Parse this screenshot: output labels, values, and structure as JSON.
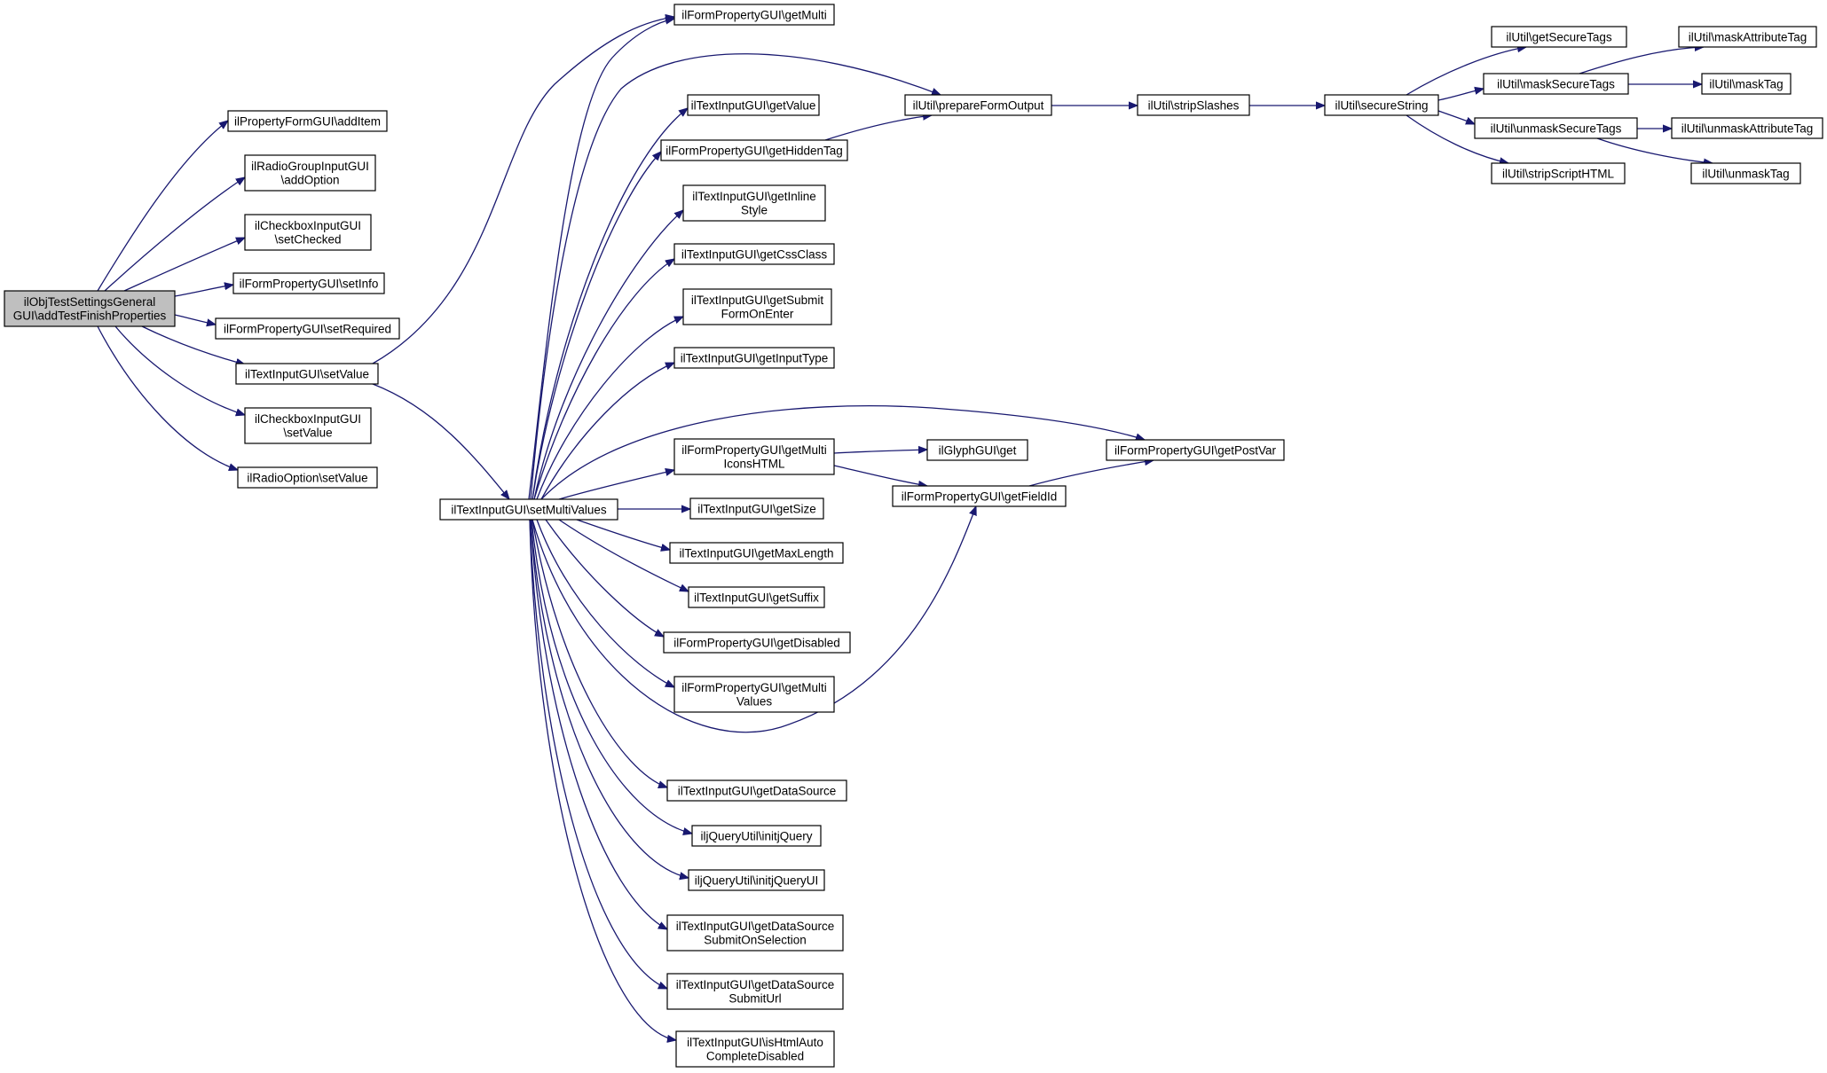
{
  "colors": {
    "edge": "#191970",
    "node_border": "#000000",
    "node_fill": "#ffffff",
    "root_fill": "#bfbfbf",
    "text": "#000000"
  },
  "nodes": [
    {
      "id": "root",
      "lines": [
        "ilObjTestSettingsGeneral",
        "GUI\\addTestFinishProperties"
      ],
      "highlight": true
    },
    {
      "id": "addItem",
      "lines": [
        "ilPropertyFormGUI\\addItem"
      ]
    },
    {
      "id": "addOption",
      "lines": [
        "ilRadioGroupInputGUI",
        "\\addOption"
      ]
    },
    {
      "id": "setChecked",
      "lines": [
        "ilCheckboxInputGUI",
        "\\setChecked"
      ]
    },
    {
      "id": "setInfo",
      "lines": [
        "ilFormPropertyGUI\\setInfo"
      ]
    },
    {
      "id": "setRequired",
      "lines": [
        "ilFormPropertyGUI\\setRequired"
      ]
    },
    {
      "id": "tiSetValue",
      "lines": [
        "ilTextInputGUI\\setValue"
      ]
    },
    {
      "id": "cbSetValue",
      "lines": [
        "ilCheckboxInputGUI",
        "\\setValue"
      ]
    },
    {
      "id": "roSetValue",
      "lines": [
        "ilRadioOption\\setValue"
      ]
    },
    {
      "id": "setMultiValues",
      "lines": [
        "ilTextInputGUI\\setMultiValues"
      ]
    },
    {
      "id": "getMulti",
      "lines": [
        "ilFormPropertyGUI\\getMulti"
      ]
    },
    {
      "id": "getValue",
      "lines": [
        "ilTextInputGUI\\getValue"
      ]
    },
    {
      "id": "getHiddenTag",
      "lines": [
        "ilFormPropertyGUI\\getHiddenTag"
      ]
    },
    {
      "id": "getInlineStyle",
      "lines": [
        "ilTextInputGUI\\getInline",
        "Style"
      ]
    },
    {
      "id": "getCssClass",
      "lines": [
        "ilTextInputGUI\\getCssClass"
      ]
    },
    {
      "id": "getSubmitFormOnEnter",
      "lines": [
        "ilTextInputGUI\\getSubmit",
        "FormOnEnter"
      ]
    },
    {
      "id": "getInputType",
      "lines": [
        "ilTextInputGUI\\getInputType"
      ]
    },
    {
      "id": "getMultiIconsHTML",
      "lines": [
        "ilFormPropertyGUI\\getMulti",
        "IconsHTML"
      ]
    },
    {
      "id": "getSize",
      "lines": [
        "ilTextInputGUI\\getSize"
      ]
    },
    {
      "id": "getMaxLength",
      "lines": [
        "ilTextInputGUI\\getMaxLength"
      ]
    },
    {
      "id": "getSuffix",
      "lines": [
        "ilTextInputGUI\\getSuffix"
      ]
    },
    {
      "id": "getDisabled",
      "lines": [
        "ilFormPropertyGUI\\getDisabled"
      ]
    },
    {
      "id": "getMultiValues",
      "lines": [
        "ilFormPropertyGUI\\getMulti",
        "Values"
      ]
    },
    {
      "id": "getDataSource",
      "lines": [
        "ilTextInputGUI\\getDataSource"
      ]
    },
    {
      "id": "initjQuery",
      "lines": [
        "iljQueryUtil\\initjQuery"
      ]
    },
    {
      "id": "initjQueryUI",
      "lines": [
        "iljQueryUtil\\initjQueryUI"
      ]
    },
    {
      "id": "getDataSourceSubmitOnSelection",
      "lines": [
        "ilTextInputGUI\\getDataSource",
        "SubmitOnSelection"
      ]
    },
    {
      "id": "getDataSourceSubmitUrl",
      "lines": [
        "ilTextInputGUI\\getDataSource",
        "SubmitUrl"
      ]
    },
    {
      "id": "isHtmlAutoCompleteDisabled",
      "lines": [
        "ilTextInputGUI\\isHtmlAuto",
        "CompleteDisabled"
      ]
    },
    {
      "id": "prepareFormOutput",
      "lines": [
        "ilUtil\\prepareFormOutput"
      ]
    },
    {
      "id": "glyphGet",
      "lines": [
        "ilGlyphGUI\\get"
      ]
    },
    {
      "id": "getFieldId",
      "lines": [
        "ilFormPropertyGUI\\getFieldId"
      ]
    },
    {
      "id": "getPostVar",
      "lines": [
        "ilFormPropertyGUI\\getPostVar"
      ]
    },
    {
      "id": "stripSlashes",
      "lines": [
        "ilUtil\\stripSlashes"
      ]
    },
    {
      "id": "secureString",
      "lines": [
        "ilUtil\\secureString"
      ]
    },
    {
      "id": "getSecureTags",
      "lines": [
        "ilUtil\\getSecureTags"
      ]
    },
    {
      "id": "maskSecureTags",
      "lines": [
        "ilUtil\\maskSecureTags"
      ]
    },
    {
      "id": "unmaskSecureTags",
      "lines": [
        "ilUtil\\unmaskSecureTags"
      ]
    },
    {
      "id": "stripScriptHTML",
      "lines": [
        "ilUtil\\stripScriptHTML"
      ]
    },
    {
      "id": "maskAttributeTag",
      "lines": [
        "ilUtil\\maskAttributeTag"
      ]
    },
    {
      "id": "maskTag",
      "lines": [
        "ilUtil\\maskTag"
      ]
    },
    {
      "id": "unmaskAttributeTag",
      "lines": [
        "ilUtil\\unmaskAttributeTag"
      ]
    },
    {
      "id": "unmaskTag",
      "lines": [
        "ilUtil\\unmaskTag"
      ]
    }
  ],
  "edges": [
    [
      "root",
      "addItem"
    ],
    [
      "root",
      "addOption"
    ],
    [
      "root",
      "setChecked"
    ],
    [
      "root",
      "setInfo"
    ],
    [
      "root",
      "setRequired"
    ],
    [
      "root",
      "tiSetValue"
    ],
    [
      "root",
      "cbSetValue"
    ],
    [
      "root",
      "roSetValue"
    ],
    [
      "tiSetValue",
      "getMulti"
    ],
    [
      "tiSetValue",
      "setMultiValues"
    ],
    [
      "setMultiValues",
      "getMulti"
    ],
    [
      "setMultiValues",
      "prepareFormOutput"
    ],
    [
      "setMultiValues",
      "getValue"
    ],
    [
      "setMultiValues",
      "getHiddenTag"
    ],
    [
      "setMultiValues",
      "getInlineStyle"
    ],
    [
      "setMultiValues",
      "getCssClass"
    ],
    [
      "setMultiValues",
      "getSubmitFormOnEnter"
    ],
    [
      "setMultiValues",
      "getInputType"
    ],
    [
      "setMultiValues",
      "getPostVar"
    ],
    [
      "setMultiValues",
      "getMultiIconsHTML"
    ],
    [
      "setMultiValues",
      "getSize"
    ],
    [
      "setMultiValues",
      "getMaxLength"
    ],
    [
      "setMultiValues",
      "getSuffix"
    ],
    [
      "setMultiValues",
      "getDisabled"
    ],
    [
      "setMultiValues",
      "getMultiValues"
    ],
    [
      "setMultiValues",
      "getFieldId"
    ],
    [
      "setMultiValues",
      "getDataSource"
    ],
    [
      "setMultiValues",
      "initjQuery"
    ],
    [
      "setMultiValues",
      "initjQueryUI"
    ],
    [
      "setMultiValues",
      "getDataSourceSubmitOnSelection"
    ],
    [
      "setMultiValues",
      "getDataSourceSubmitUrl"
    ],
    [
      "setMultiValues",
      "isHtmlAutoCompleteDisabled"
    ],
    [
      "getHiddenTag",
      "prepareFormOutput"
    ],
    [
      "getMultiIconsHTML",
      "glyphGet"
    ],
    [
      "getMultiIconsHTML",
      "getFieldId"
    ],
    [
      "getFieldId",
      "getPostVar"
    ],
    [
      "prepareFormOutput",
      "stripSlashes"
    ],
    [
      "stripSlashes",
      "secureString"
    ],
    [
      "secureString",
      "getSecureTags"
    ],
    [
      "secureString",
      "maskSecureTags"
    ],
    [
      "secureString",
      "unmaskSecureTags"
    ],
    [
      "secureString",
      "stripScriptHTML"
    ],
    [
      "maskSecureTags",
      "maskAttributeTag"
    ],
    [
      "maskSecureTags",
      "maskTag"
    ],
    [
      "unmaskSecureTags",
      "unmaskAttributeTag"
    ],
    [
      "unmaskSecureTags",
      "unmaskTag"
    ]
  ]
}
